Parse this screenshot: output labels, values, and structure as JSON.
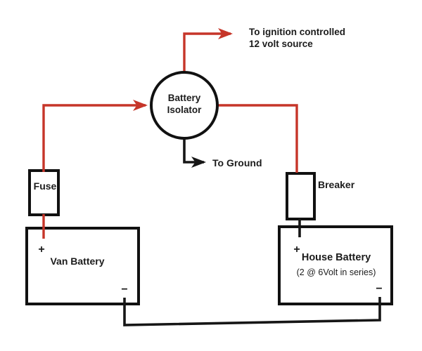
{
  "colors": {
    "wire_hot": "#c63529",
    "wire_ground": "#161616",
    "outline": "#111111",
    "text": "#1c1c1c",
    "background": "#ffffff"
  },
  "isolator": {
    "line1": "Battery",
    "line2": "Isolator"
  },
  "ignition_note": {
    "line1": "To ignition controlled",
    "line2": "12 volt source"
  },
  "ground_note": {
    "label": "To Ground"
  },
  "fuse": {
    "label": "Fuse"
  },
  "breaker": {
    "label": "Breaker"
  },
  "van_battery": {
    "label": "Van Battery",
    "positive": "+",
    "negative": "−"
  },
  "house_battery": {
    "label": "House Battery",
    "config": "(2 @ 6Volt in series)",
    "positive": "+",
    "negative": "−"
  }
}
